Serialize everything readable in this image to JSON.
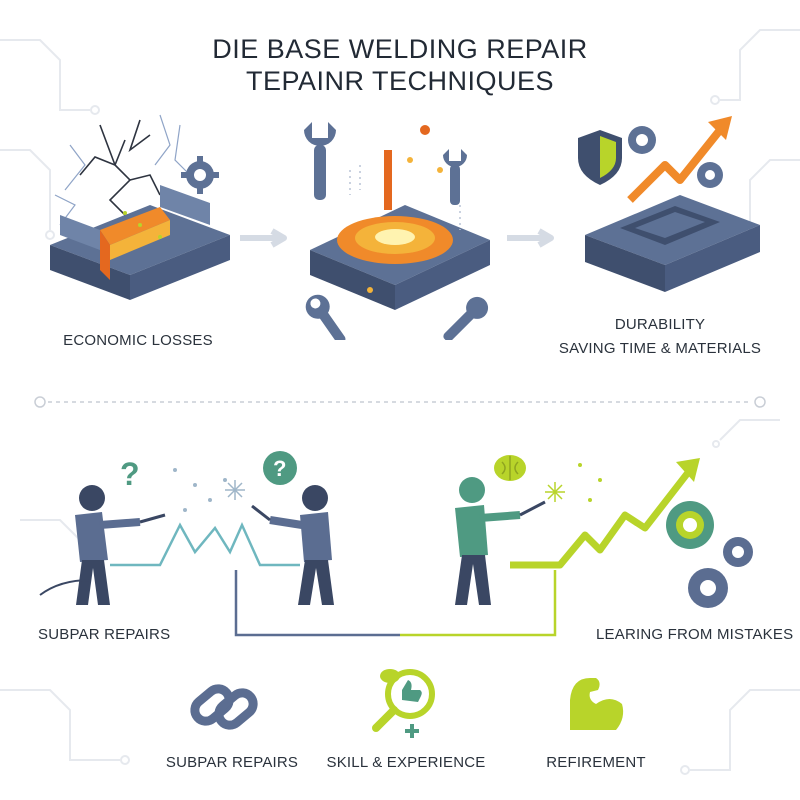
{
  "title": {
    "line1": "DIE BASE WELDING REPAIR",
    "line2": "TEPAINR TECHNIQUES"
  },
  "steps": [
    {
      "label": "ECONOMIC LOSSES"
    },
    {
      "label": ""
    },
    {
      "label_line1": "DURABILITY",
      "label_line2": "SAVING TIME & MATERIALS"
    }
  ],
  "people": {
    "left_label": "SUBPAR REPAIRS",
    "right_label": "LEARING FROM MISTAKES"
  },
  "bottom_icons": [
    {
      "icon": "chain-link-icon",
      "label": "SUBPAR REPAIRS"
    },
    {
      "icon": "magnifier-thumbs-up-icon",
      "label": "SKILL & EXPERIENCE"
    },
    {
      "icon": "flexed-arm-icon",
      "label": "REFIREMENT"
    }
  ],
  "colors": {
    "block": "#5d7195",
    "block_dark": "#3f4f6e",
    "accent_orange": "#f08a2a",
    "accent_green": "#b8d42a",
    "person_blue": "#5b6d91",
    "person_green": "#4f9a82",
    "line_blue": "#5b6d91",
    "line_green": "#b8d42a"
  }
}
